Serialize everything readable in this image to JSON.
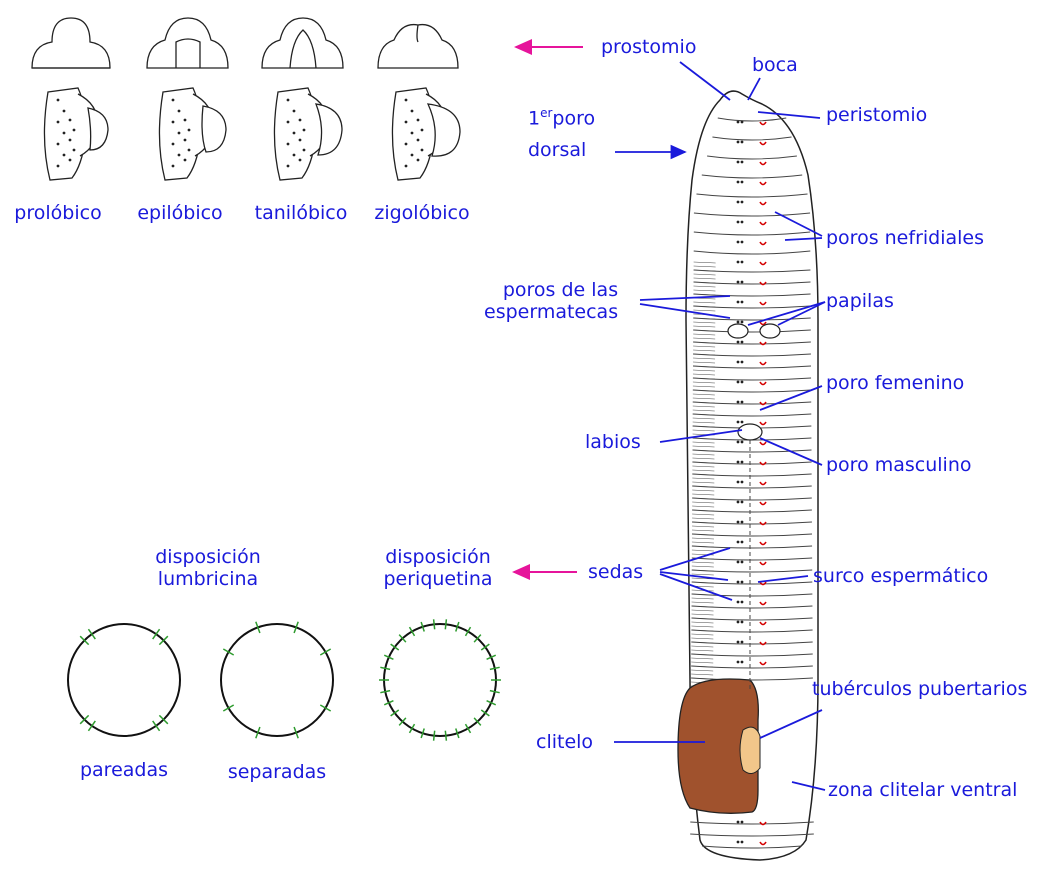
{
  "colors": {
    "label": "#1a1adb",
    "arrow_blue": "#1a1adb",
    "arrow_magenta": "#e6149b",
    "clitellum": "#a0522d",
    "tubercle": "#f2c68a",
    "setae": "#2e9b2e",
    "pores": "#d40000",
    "outline": "#222222"
  },
  "prostomium_types": [
    "prolóbico",
    "epilóbico",
    "tanilóbico",
    "zigolóbico"
  ],
  "setae_panel": {
    "lumbricine": "disposición\nlumbricina",
    "perichaetine": "disposición\nperiquetina",
    "paired": "pareadas",
    "separated": "separadas"
  },
  "labels": {
    "prostomio": "prostomio",
    "boca": "boca",
    "peristomio": "peristomio",
    "primer_poro_a": "1",
    "primer_poro_sup": "er",
    "primer_poro_b": "poro",
    "dorsal": "dorsal",
    "poros_nefridiales": "poros nefridiales",
    "poros_espermatecas": "poros de las\nespermatecas",
    "papilas": "papilas",
    "poro_femenino": "poro femenino",
    "labios": "labios",
    "poro_masculino": "poro masculino",
    "sedas": "sedas",
    "surco_espermatico": "surco espermático",
    "tuberculos_pubertarios": "tubérculos pubertarios",
    "clitelo": "clitelo",
    "zona_clitelar_ventral": "zona clitelar ventral"
  }
}
